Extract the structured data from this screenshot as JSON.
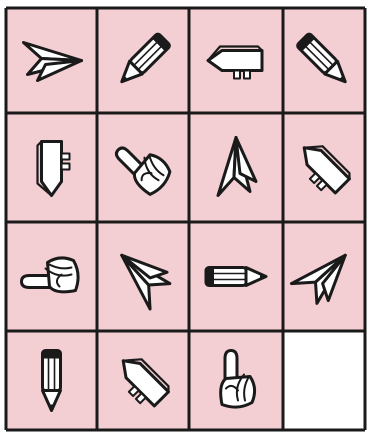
{
  "puzzle": {
    "colors": {
      "cell": "#f3cfd3",
      "empty": "#ffffff",
      "line": "#1a1a1a"
    },
    "columns": 4,
    "rows": 4,
    "cells": [
      {
        "icon": "paper-plane-icon",
        "direction": "right"
      },
      {
        "icon": "pencil-icon",
        "direction": "down-left"
      },
      {
        "icon": "signpost-icon",
        "direction": "left"
      },
      {
        "icon": "pencil-icon",
        "direction": "down-right"
      },
      {
        "icon": "signpost-icon",
        "direction": "down"
      },
      {
        "icon": "pointing-hand-icon",
        "direction": "up-left"
      },
      {
        "icon": "paper-plane-icon",
        "direction": "up"
      },
      {
        "icon": "signpost-icon",
        "direction": "up-left"
      },
      {
        "icon": "pointing-hand-icon",
        "direction": "left"
      },
      {
        "icon": "paper-plane-icon",
        "direction": "up-left"
      },
      {
        "icon": "pencil-icon",
        "direction": "right"
      },
      {
        "icon": "paper-plane-icon",
        "direction": "up-right"
      },
      {
        "icon": "pencil-icon",
        "direction": "down"
      },
      {
        "icon": "signpost-icon",
        "direction": "up-left"
      },
      {
        "icon": "pointing-hand-icon",
        "direction": "up"
      },
      {
        "icon": "",
        "direction": ""
      }
    ]
  }
}
